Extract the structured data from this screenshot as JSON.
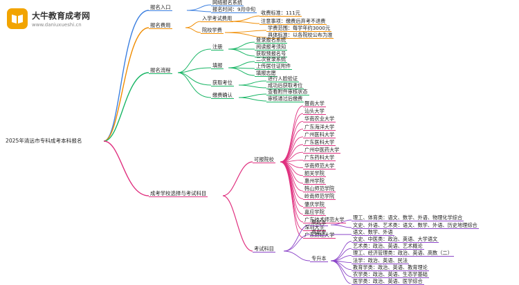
{
  "logo": {
    "title": "大牛教育成考网",
    "subtitle": "www.daniuxueshi.cn"
  },
  "root": "2025年清远市专科成考本科报名",
  "section1": {
    "label": "报名入口",
    "items": [
      "网络报名系统",
      "报名时间：9月中旬"
    ]
  },
  "section2": {
    "label": "报名费用",
    "exam_fee": {
      "label": "入学考试费用",
      "items": [
        "收费标准：111元",
        "注意事项：缴费后弃考不退费"
      ]
    },
    "tuition": {
      "label": "院校学费",
      "items": [
        "学费范围：每学年约3000元",
        "具体标准：以各院校公布为准"
      ]
    }
  },
  "section3": {
    "label": "报名流程",
    "register": {
      "label": "注册",
      "items": [
        "登录报名系统",
        "阅读报考须知",
        "获取预报名号"
      ]
    },
    "fill": {
      "label": "填报",
      "items": [
        "二次登录系统",
        "上传居住证附件",
        "填报志愿"
      ]
    },
    "obtain": {
      "label": "获取考位",
      "items": [
        "进行人脸验证",
        "成功后获取考位"
      ]
    },
    "pay": {
      "label": "缴费确认",
      "items": [
        "查看附件审核状态",
        "审核通过后缴费"
      ]
    }
  },
  "section4": {
    "label": "成考学校选择与考试科目",
    "schools": {
      "label": "可报院校",
      "items": [
        "暨南大学",
        "汕头大学",
        "华南农业大学",
        "广东海洋大学",
        "广州医科大学",
        "广东医科大学",
        "广州中医药大学",
        "广东药科大学",
        "华南师范大学",
        "韶关学院",
        "惠州学院",
        "韩山师范学院",
        "岭南师范学院",
        "肇庆学院",
        "嘉应学院",
        "广东技术师范大学",
        "深圳大学",
        "广东财经大学"
      ]
    },
    "subjects": {
      "label": "考试科目",
      "gaoqiben": {
        "label": "高起本",
        "items": [
          "理工、体育类：语文、数学、外语、物理化学综合",
          "文史、外语、艺术类：语文、数学、外语、历史地理综合"
        ]
      },
      "gaoqizhuan": {
        "label": "高起专",
        "items": [
          "语文、数学、外语"
        ]
      },
      "zhuanshengben": {
        "label": "专升本",
        "items": [
          "文史、中医类：政治、英语、大学语文",
          "艺术类：政治、英语、艺术概论",
          "理工、经济管理类：政治、英语、高数（二）",
          "法学：政治、英语、民法",
          "教育学类：政治、英语、教育理论",
          "农学类：政治、英语、生态学基础",
          "医学类：政治、英语、医学综合"
        ]
      }
    }
  }
}
